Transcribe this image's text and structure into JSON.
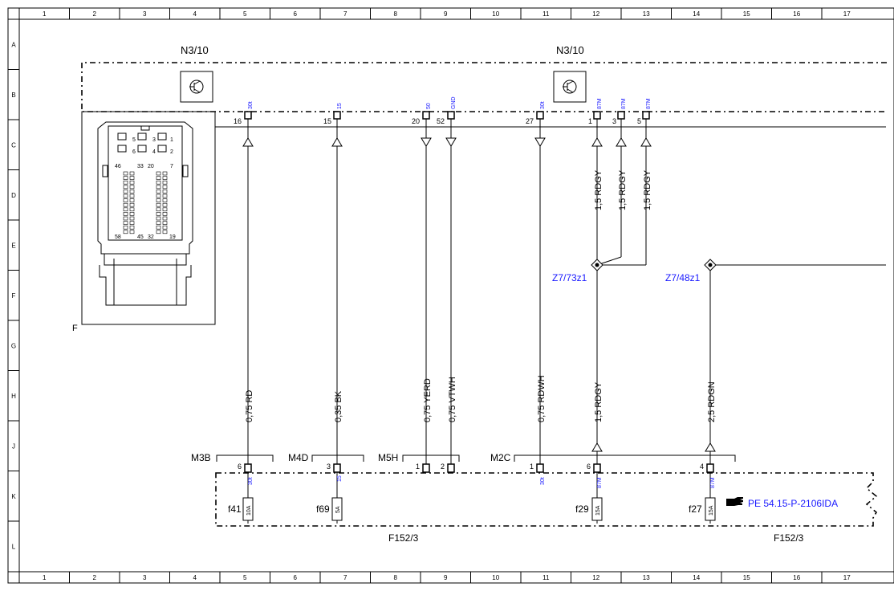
{
  "grid": {
    "columns": [
      "1",
      "2",
      "3",
      "4",
      "5",
      "6",
      "7",
      "8",
      "9",
      "10",
      "11",
      "12",
      "13",
      "14",
      "15",
      "16",
      "17"
    ],
    "rows": [
      "A",
      "B",
      "C",
      "D",
      "E",
      "F",
      "G",
      "H",
      "J",
      "K",
      "L"
    ]
  },
  "components": {
    "ecu_left": "N3/10",
    "ecu_right": "N3/10",
    "connector_label": "F",
    "fusebox_left": "F152/3",
    "fusebox_right": "F152/3",
    "splice_1": "Z7/73z1",
    "splice_2": "Z7/48z1",
    "reference": "PE 54.15-P-2106IDA"
  },
  "connector_face": {
    "labels": [
      "5",
      "3",
      "1",
      "6",
      "4",
      "2",
      "46",
      "33",
      "20",
      "7",
      "58",
      "45",
      "32",
      "19"
    ]
  },
  "ecu_pins": [
    {
      "num": "16",
      "term": "30t"
    },
    {
      "num": "15",
      "term": "15"
    },
    {
      "num": "20",
      "term": "50"
    },
    {
      "num": "52",
      "term": "GND"
    },
    {
      "num": "27",
      "term": "30t"
    },
    {
      "num": "1",
      "term": "87M"
    },
    {
      "num": "3",
      "term": "87M"
    },
    {
      "num": "5",
      "term": "87M"
    }
  ],
  "wires_upper": [
    {
      "label": "1,5 RDGY"
    },
    {
      "label": "1,5 RDGY"
    },
    {
      "label": "1,5 RDGY"
    }
  ],
  "wires_lower": [
    {
      "label": "0,75 RD"
    },
    {
      "label": "0,35 BK"
    },
    {
      "label": "0,75 YERD"
    },
    {
      "label": "0,75 VTWH"
    },
    {
      "label": "0,75 RDWH"
    },
    {
      "label": "1,5 RDGY"
    },
    {
      "label": "2,5 RDGN"
    }
  ],
  "fusebox_connectors": [
    {
      "name": "M3B"
    },
    {
      "name": "M4D"
    },
    {
      "name": "M5H"
    },
    {
      "name": "M2C"
    }
  ],
  "fusebox_pins": [
    {
      "num": "6",
      "term": "30t"
    },
    {
      "num": "3",
      "term": "15"
    },
    {
      "num": "1",
      "term": ""
    },
    {
      "num": "2",
      "term": ""
    },
    {
      "num": "1",
      "term": "30t"
    },
    {
      "num": "6",
      "term": "87M"
    },
    {
      "num": "4",
      "term": "87M"
    }
  ],
  "fuses": [
    {
      "name": "f41",
      "rating": "10A"
    },
    {
      "name": "f69",
      "rating": "5A"
    },
    {
      "name": "f29",
      "rating": "15A"
    },
    {
      "name": "f27",
      "rating": "15A"
    }
  ]
}
